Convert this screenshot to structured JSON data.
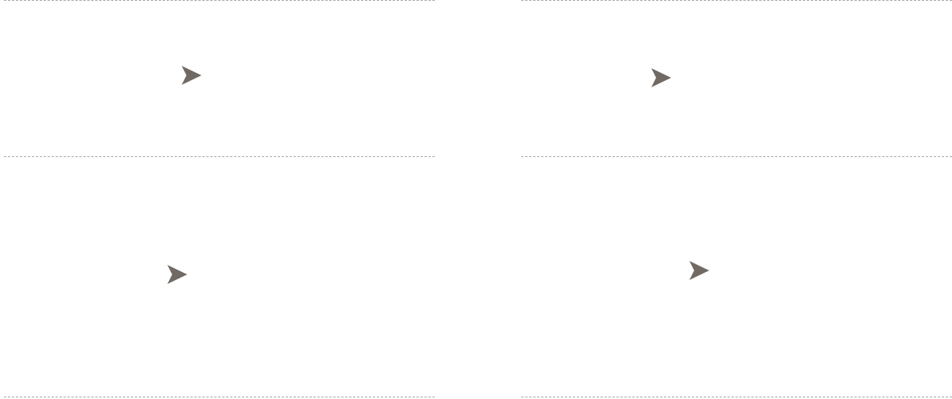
{
  "theme": {
    "background": "#ffffff",
    "divider_color": "#a9a9a9",
    "arrow_color": "#716a64"
  },
  "panels": [
    {
      "id": "top-left",
      "icon": "play-arrow-icon"
    },
    {
      "id": "top-right",
      "icon": "play-arrow-icon"
    },
    {
      "id": "bottom-left",
      "icon": "play-arrow-icon"
    },
    {
      "id": "bottom-right",
      "icon": "play-arrow-icon"
    }
  ]
}
